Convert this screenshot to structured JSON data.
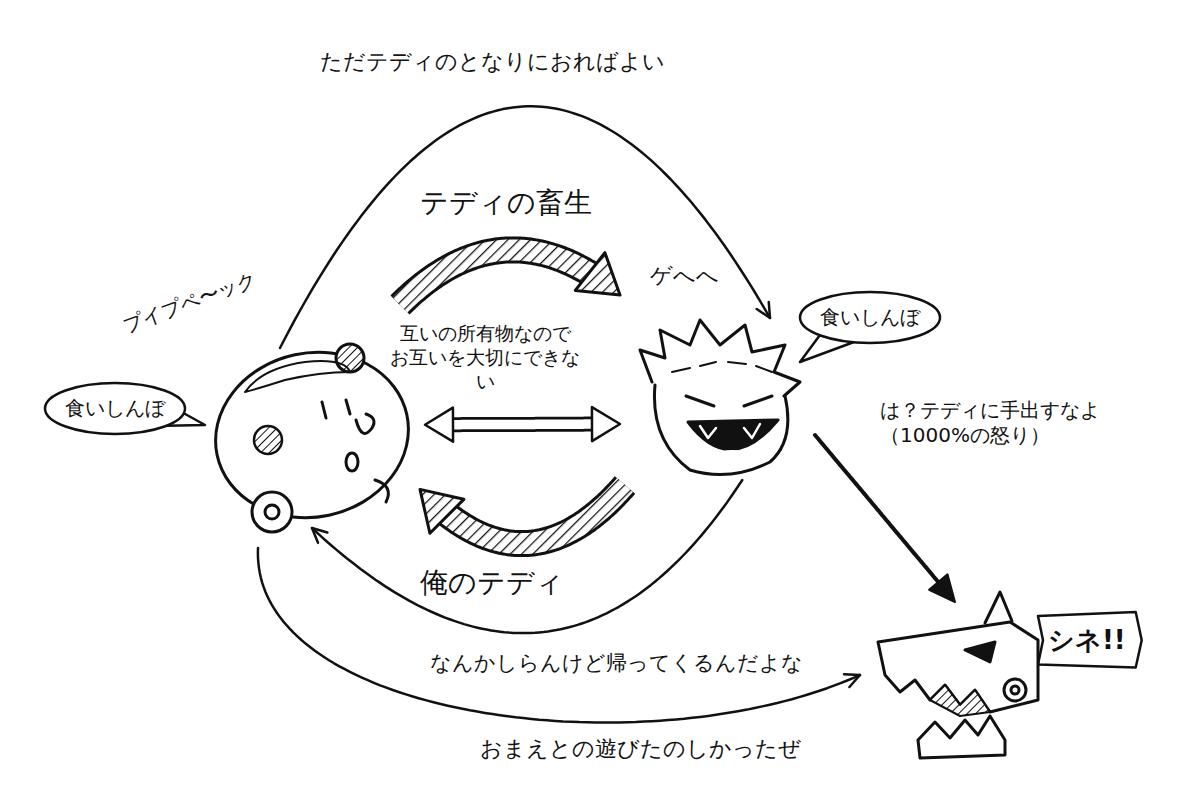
{
  "diagram": {
    "nodes": [
      {
        "text": [
          "プイプペ〜ック",
          "食いしんぼ"
        ]
      },
      {
        "text": [
          "ゲへへ",
          "食いしんぼ"
        ]
      },
      {
        "text": [
          "シネ!!"
        ]
      }
    ],
    "edges": [
      {
        "from": 0,
        "to": 1,
        "label": "ただテディのとなりにおればよい",
        "arrow": "to"
      },
      {
        "from": 0,
        "to": 1,
        "label": "テディの畜生",
        "arrow": "to"
      },
      {
        "from": 0,
        "to": 1,
        "label": "互いの所有物なので お互いを大切にできない",
        "arrow": "both"
      },
      {
        "from": 1,
        "to": 0,
        "label": "俺のテディ",
        "arrow": "to"
      },
      {
        "from": 1,
        "to": 0,
        "label": "なんかしらんけど帰ってくるんだよな",
        "arrow": "to"
      },
      {
        "from": 1,
        "to": 2,
        "label": "は？テディに手出すなよ （1000%の怒り）",
        "arrow": "to"
      },
      {
        "from": 0,
        "to": 2,
        "label": "おまえとの遊びたのしかったぜ",
        "arrow": "to"
      }
    ]
  }
}
